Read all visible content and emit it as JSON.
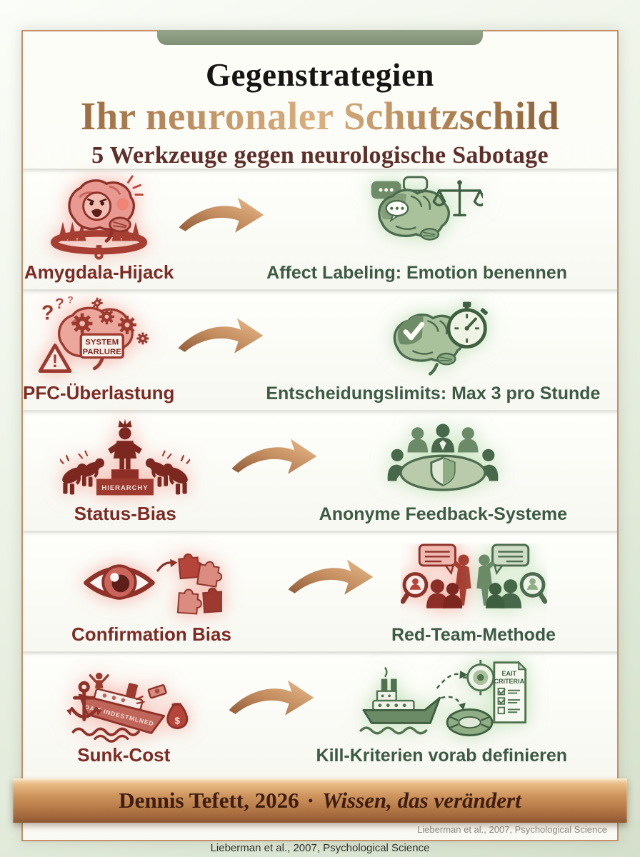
{
  "header": {
    "title": "Gegenstrategien",
    "subtitle": "Ihr neuronaler Schutzschild",
    "tagline": "5 Werkzeuge gegen neurologische Sabotage"
  },
  "rows": [
    {
      "problem": "Amygdala-Hijack",
      "solution": "Affect Labeling: Emotion benennen"
    },
    {
      "problem": "PFC-Überlastung",
      "solution": "Entscheidungslimits: Max 3 pro Stunde"
    },
    {
      "problem": "Status-Bias",
      "solution": "Anonyme Feedback-Systeme"
    },
    {
      "problem": "Confirmation Bias",
      "solution": "Red-Team-Methode"
    },
    {
      "problem": "Sunk-Cost",
      "solution": "Kill-Kriterien vorab definieren"
    }
  ],
  "icon_labels": {
    "system_sign_line1": "SYSTEM",
    "system_sign_line2": "PARLURE",
    "podium": "HIERARCHY",
    "hull_text": "DAIT INDESTMLNED",
    "money_bag": "$",
    "doc_line1": "EAIT",
    "doc_line2": "CRITERIA"
  },
  "icons": {
    "problem_row1": "brain-in-bear-trap-icon",
    "solution_row1": "labeled-brain-with-scale-icon",
    "problem_row2": "overloaded-brain-gears-icon",
    "solution_row2": "brain-check-stopwatch-icon",
    "problem_row3": "hierarchy-podium-figures-icon",
    "solution_row3": "round-table-shield-icon",
    "problem_row4": "eye-puzzle-pieces-icon",
    "solution_row4": "red-green-teams-icon",
    "problem_row5": "sinking-ship-icon",
    "solution_row5": "ship-target-raft-checklist-icon",
    "arrow": "copper-arrow-icon",
    "watermark": "shield-network-watermark-icon"
  },
  "footer": {
    "author": "Dennis Tefett, 2026",
    "separator": "·",
    "tagline": "Wissen, das verändert",
    "citation_inner": "Lieberman et al., 2007, Psychological Science",
    "citation_bottom": "Lieberman et al., 2007, Psychological Science"
  },
  "colors": {
    "accent_copper": "#c08353",
    "problem_red": "#7d2b24",
    "solution_green": "#3d5b44",
    "tab_green": "#8a9b7e",
    "banner_text": "#3f1d10"
  }
}
